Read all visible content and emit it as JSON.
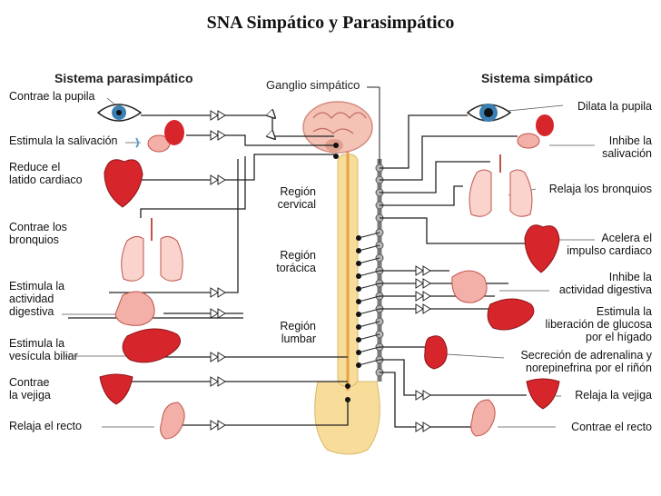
{
  "title": "SNA Simpático y Parasimpático",
  "headers": {
    "parasympathetic": "Sistema parasimpático",
    "ganglion": "Ganglio simpático",
    "sympathetic": "Sistema simpático"
  },
  "regions": {
    "cervical": "Región\ncervical",
    "thoracic": "Región\ntorácica",
    "lumbar": "Región\nlumbar"
  },
  "parasympathetic_effects": [
    "Contrae la pupila",
    "Estimula la salivación",
    "Reduce el\nlatido cardiaco",
    "Contrae los\nbronquios",
    "Estimula la\nactividad\ndigestiva",
    "Estimula la\nvesícula biliar",
    "Contrae\nla vejiga",
    "Relaja el recto"
  ],
  "sympathetic_effects": [
    "Dilata la pupila",
    "Inhibe la\nsalivación",
    "Relaja los bronquios",
    "Acelera el\nimpulso cardiaco",
    "Inhibe la\nactividad digestiva",
    "Estimula la\nliberación de glucosa\npor el hígado",
    "Secreción de adrenalina y\nnorepinefrina por el riñón",
    "Relaja la vejiga",
    "Contrae el recto"
  ],
  "colors": {
    "organ_red": "#d7262b",
    "organ_pink": "#f2b0a8",
    "spine": "#f7dc9a",
    "brain": "#f5c2b6",
    "ganglion": "#9a9a9a",
    "line": "#222222"
  }
}
